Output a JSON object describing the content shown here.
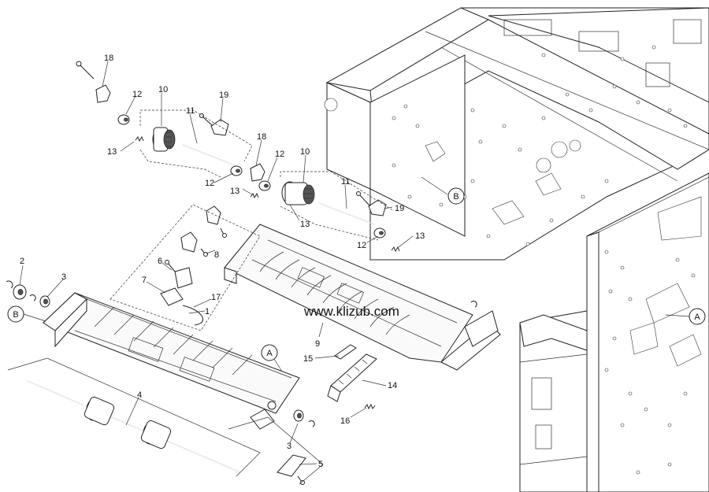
{
  "watermark": "www.klizub.com",
  "callouts": {
    "c2": "2",
    "c3a": "3",
    "c3b": "3",
    "c4": "4",
    "c5": "5",
    "c6": "6",
    "c7": "7",
    "c8": "8",
    "c9": "9",
    "c10a": "10",
    "c10b": "10",
    "c11a": "11",
    "c11b": "11",
    "c12a": "12",
    "c12b": "12",
    "c12c": "12",
    "c12d": "12",
    "c13a": "13",
    "c13b": "13",
    "c13c": "13",
    "c13d": "13",
    "c14": "14",
    "c15": "15",
    "c16": "16",
    "c17": "17",
    "c1": "1",
    "c18a": "18",
    "c18b": "18",
    "c19a": "19",
    "c19b": "19"
  },
  "refs": {
    "a_tray": "A",
    "a_frame": "A",
    "b_tray": "B",
    "b_frame": "B"
  }
}
